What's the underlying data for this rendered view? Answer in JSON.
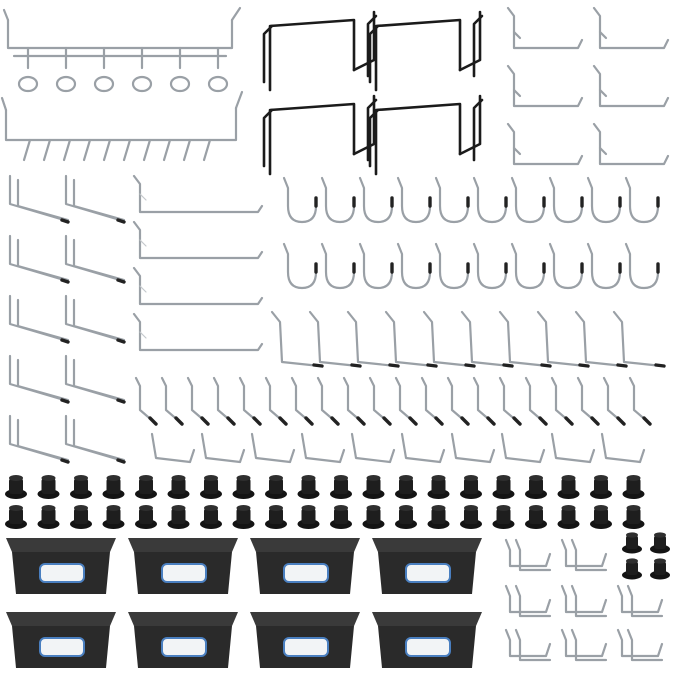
{
  "image": {
    "background": "#ffffff",
    "wire_color": "#9aa0a6",
    "black_wire_color": "#1b1b1b",
    "bin_color": "#2a2a2a",
    "label_border_color": "#4a7fc0"
  },
  "groups": {
    "tool_holder_ring_count": 6,
    "multi_prong_bar_hook_count": 10,
    "black_shelf_bracket_count": 4,
    "j_hook_small_count": 6,
    "straight_double_hook_count": 10,
    "single_straight_hook_count": 4,
    "curved_hook_row1_count": 10,
    "curved_hook_row2_count": 10,
    "l_hook_long_count": 10,
    "short_l_hook_count": 20,
    "u_clip_count": 10,
    "locking_grommet_row1_count": 20,
    "locking_grommet_row2_count": 20,
    "storage_bin_count": 8,
    "double_loop_hook_count": 8,
    "extra_grommet_count": 4
  }
}
